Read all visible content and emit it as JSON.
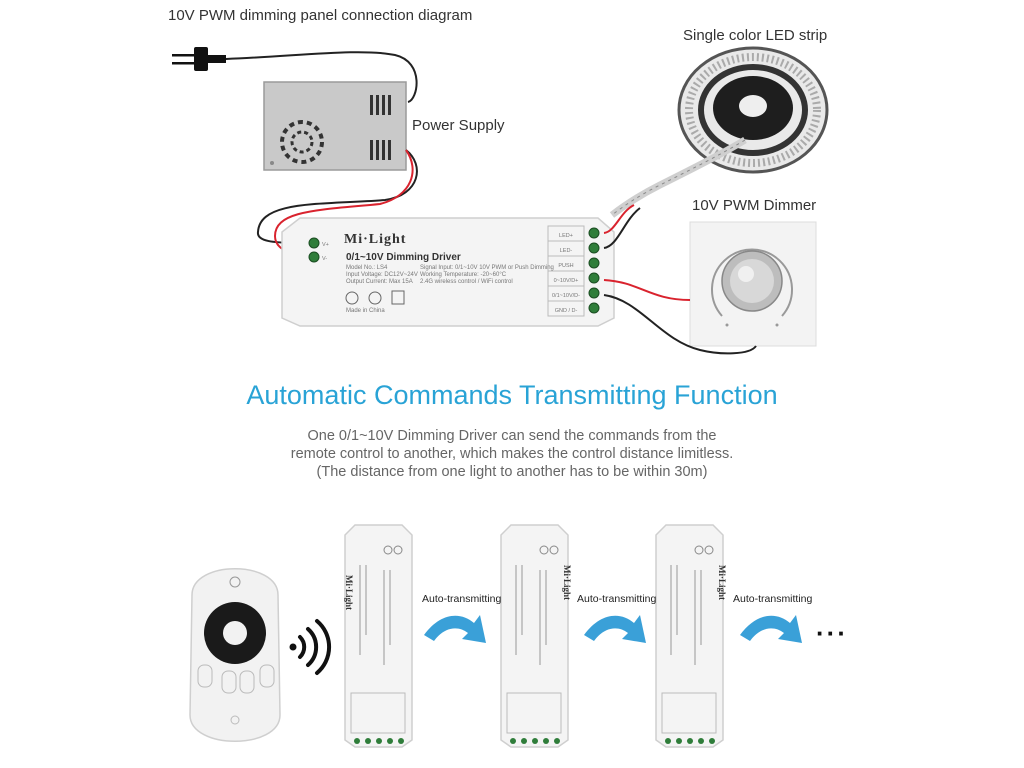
{
  "diagram_title": "10V PWM dimming panel connection diagram",
  "labels": {
    "power_supply": "Power Supply",
    "led_strip": "Single color LED strip",
    "dimmer": "10V PWM Dimmer"
  },
  "driver": {
    "brand": "Mi·Light",
    "model_title": "0/1~10V Dimming Driver",
    "spec_left": [
      "Model No.: LS4",
      "Input Voltage: DC12V~24V",
      "Output Current: Max 15A"
    ],
    "spec_right": [
      "Signal Input: 0/1~10V 10V PWM or Push Dimming",
      "Working Temperature: -20~60°C",
      "2.4G wireless control / WiFi control"
    ],
    "made_in": "Made in China",
    "terminals": [
      "LED+",
      "LED-",
      "PUSH",
      "0~10V/D+",
      "0/1~10V/D-",
      "GND / D-"
    ],
    "power_terminals": [
      "V+",
      "V-"
    ]
  },
  "heading": "Automatic Commands Transmitting Function",
  "description": [
    "One 0/1~10V Dimming Driver can send the commands from the",
    "remote control to another, which makes the control distance limitless.",
    "(The distance from one light to another has to be within 30m)"
  ],
  "transmit_label": "Auto-transmitting",
  "more_indicator": "···",
  "colors": {
    "heading": "#29a3d6",
    "arrow": "#3aa0d8",
    "wire_red": "#d9232e",
    "wire_black": "#222222"
  }
}
